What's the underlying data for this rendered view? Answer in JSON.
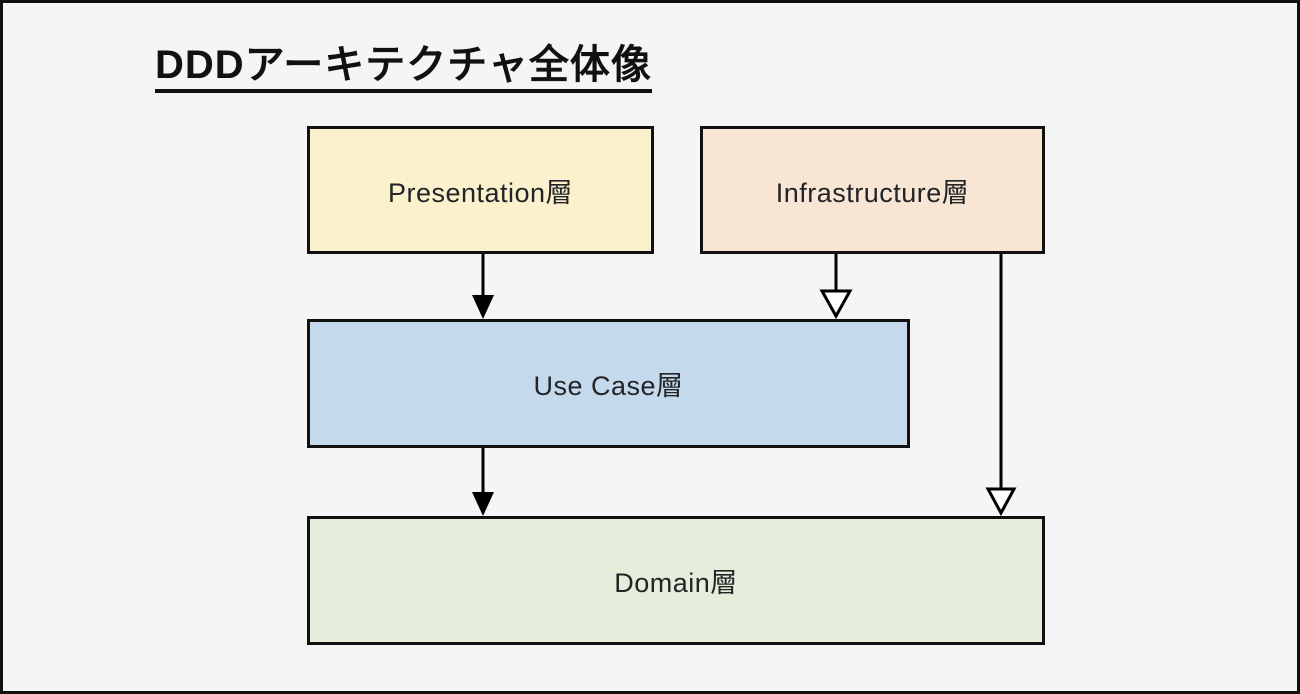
{
  "page": {
    "background": "#f5f5f5",
    "frame_color": "#111111"
  },
  "title": {
    "text": "DDDアーキテクチャ全体像"
  },
  "diagram": {
    "edge_color": "#000000",
    "nodes": [
      {
        "id": "presentation",
        "label": "Presentation層",
        "fill": "#fbf1cd"
      },
      {
        "id": "infrastructure",
        "label": "Infrastructure層",
        "fill": "#f8e5d4"
      },
      {
        "id": "usecase",
        "label": "Use Case層",
        "fill": "#c5d9ed"
      },
      {
        "id": "domain",
        "label": "Domain層",
        "fill": "#e4eeda"
      }
    ],
    "edges": [
      {
        "from": "Presentation層",
        "to": "Use Case層",
        "arrowhead": "solid"
      },
      {
        "from": "Infrastructure層",
        "to": "Use Case層",
        "arrowhead": "open"
      },
      {
        "from": "Infrastructure層",
        "to": "Domain層",
        "arrowhead": "open"
      },
      {
        "from": "Use Case層",
        "to": "Domain層",
        "arrowhead": "solid"
      }
    ]
  }
}
